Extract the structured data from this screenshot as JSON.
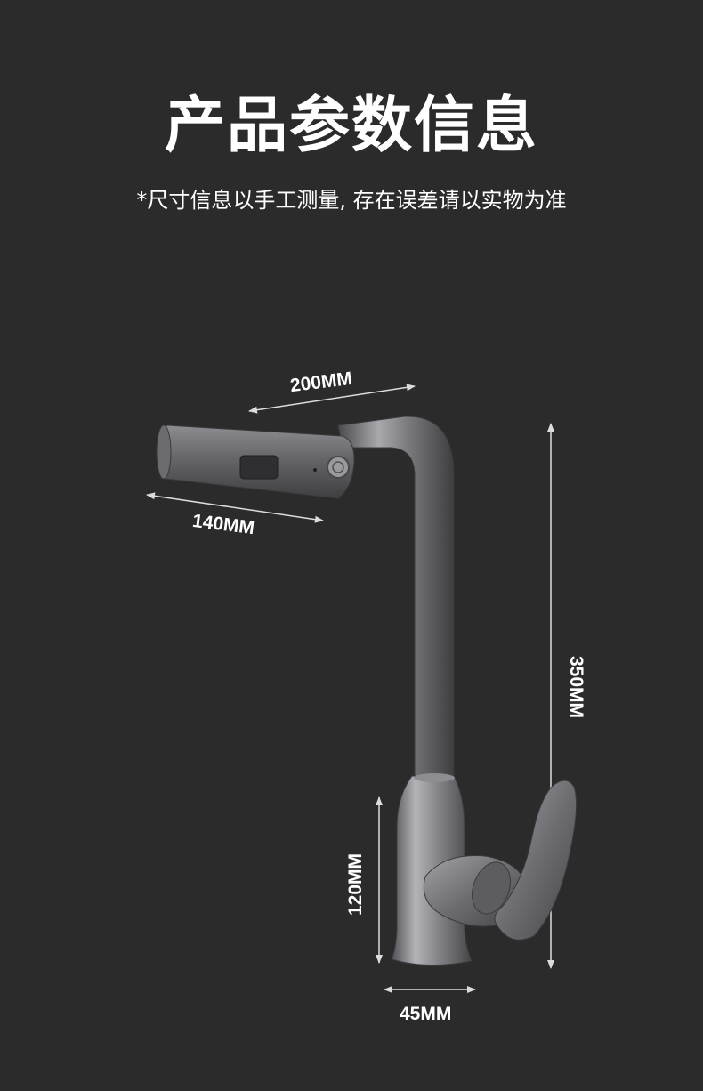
{
  "title": "产品参数信息",
  "subtitle": "*尺寸信息以手工测量, 存在误差请以实物为准",
  "dimensions": {
    "top_width": "200MM",
    "head_length": "140MM",
    "total_height": "350MM",
    "base_height": "120MM",
    "base_diameter": "45MM"
  },
  "colors": {
    "background": "#2b2b2b",
    "text": "#ffffff",
    "faucet_metal": "#7a7a7d"
  }
}
